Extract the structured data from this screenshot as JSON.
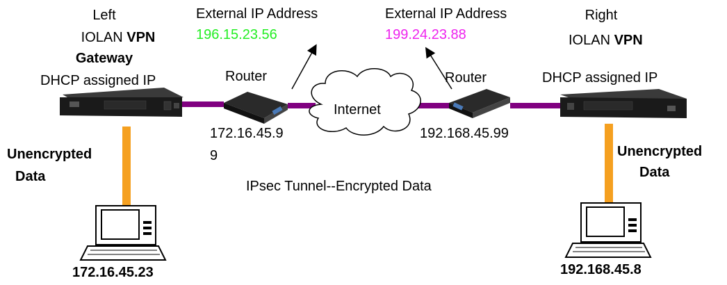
{
  "left_gateway": {
    "title_line1": "Left",
    "title_line2_prefix": "IOLAN",
    "title_line2_bold": "VPN",
    "title_line3_bold": "Gateway",
    "ip_label": "DHCP assigned IP"
  },
  "right_gateway": {
    "title_line1": "Right",
    "title_line2_prefix": "IOLAN",
    "title_line2_bold": "VPN",
    "ip_label": "DHCP assigned IP"
  },
  "left_router": {
    "label": "Router",
    "internal_ip_line1": "172.16.45.9",
    "internal_ip_line2": "9",
    "external_ip_label": "External IP Address",
    "external_ip": "196.15.23.56"
  },
  "right_router": {
    "label": "Router",
    "internal_ip": "192.168.45.99",
    "external_ip_label": "External IP Address",
    "external_ip": "199.24.23.88"
  },
  "internet": {
    "label": "Internet"
  },
  "tunnel": {
    "label": "IPsec Tunnel--Encrypted Data"
  },
  "left_link": {
    "label_line1": "Unencrypted",
    "label_line2": "Data"
  },
  "right_link": {
    "label_line1": "Unencrypted",
    "label_line2": "Data"
  },
  "left_pc": {
    "ip": "172.16.45.23"
  },
  "right_pc": {
    "ip": "192.168.45.8"
  },
  "colors": {
    "left_external_ip": "#22ee22",
    "right_external_ip": "#ee22ee",
    "wan_link": "#800080",
    "lan_link": "#f5a020"
  }
}
